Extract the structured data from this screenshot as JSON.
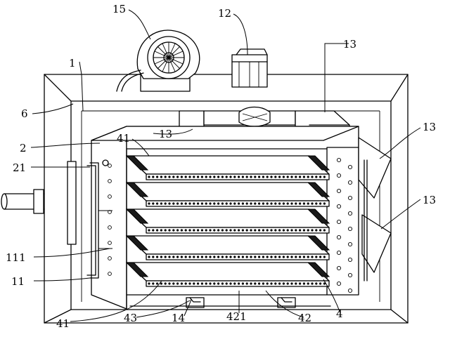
{
  "labels": {
    "l15": "15",
    "l12": "12",
    "l1": "1",
    "l13_top_right": "13",
    "l6": "6",
    "l13_mid": "13",
    "l13_right_upper": "13",
    "l2": "2",
    "l41_top": "41",
    "l21": "21",
    "l13_right_lower": "13",
    "l111": "111",
    "l11": "11",
    "l43": "43",
    "l14": "14",
    "l421": "421",
    "l42": "42",
    "l4": "4",
    "l41_bottom": "41"
  },
  "trays": 5,
  "colors": {
    "line": "#000000",
    "fill": "#ffffff",
    "dark": "#1a1a1a"
  }
}
